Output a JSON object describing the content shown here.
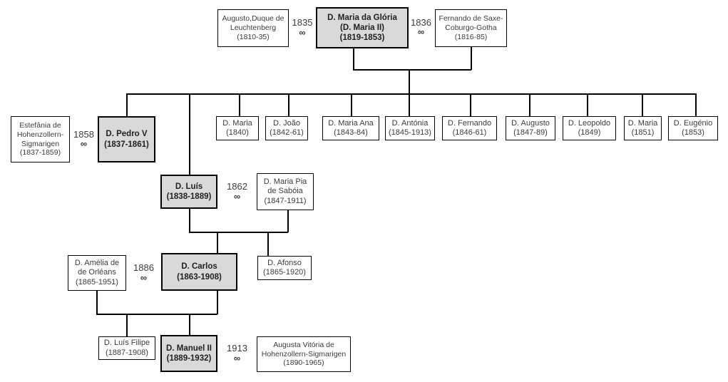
{
  "people": {
    "augusto_leuchtenberg": {
      "label": "Augusto,Duque de Leuchtenberg (1810-35)"
    },
    "maria_ii": {
      "name": "D. Maria da Glória",
      "alias": "(D. Maria II)",
      "dates": "(1819-1853)"
    },
    "fernando_saxe": {
      "label": "Fernando de Saxe-Coburgo-Gotha (1816-85)"
    },
    "estefania": {
      "label": "Estefânia de Hohenzollern-Sigmarigen (1837-1859)"
    },
    "pedro_v": {
      "name": "D. Pedro V",
      "dates": "(1837-1861)"
    },
    "maria_1840": {
      "name": "D. Maria",
      "dates": "(1840)"
    },
    "joao": {
      "name": "D. João",
      "dates": "(1842-61)"
    },
    "maria_ana": {
      "name": "D. Maria Ana",
      "dates": "(1843-84)"
    },
    "antonia": {
      "name": "D. Antónia",
      "dates": "(1845-1913)"
    },
    "fernando_1846": {
      "name": "D. Fernando",
      "dates": "(1846-61)"
    },
    "augusto_1847": {
      "name": "D. Augusto",
      "dates": "(1847-89)"
    },
    "leopoldo": {
      "name": "D. Leopoldo",
      "dates": "(1849)"
    },
    "maria_1851": {
      "name": "D. Maria",
      "dates": "(1851)"
    },
    "eugenio": {
      "name": "D. Eugénio",
      "dates": "(1853)"
    },
    "luis": {
      "name": "D. Luís",
      "dates": "(1838-1889)"
    },
    "maria_pia": {
      "name": "D. Maria Pia",
      "name2": "de Sabóia",
      "dates": "(1847-1911)"
    },
    "amelia": {
      "name": "D. Amélia de",
      "name2": "de Orléans",
      "dates": "(1865-1951)"
    },
    "carlos": {
      "name": "D. Carlos",
      "dates": "(1863-1908)"
    },
    "afonso": {
      "name": "D. Afonso",
      "dates": "(1865-1920)"
    },
    "luis_filipe": {
      "name": "D. Luís Filipe",
      "dates": "(1887-1908)"
    },
    "manuel_ii": {
      "name": "D. Manuel II",
      "dates": "(1889-1932)"
    },
    "augusta_vitoria": {
      "label": "Augusta Vitória de Hohenzollern-Sigmarigen (1890-1965)"
    }
  },
  "marriages": {
    "m1835": {
      "year": "1835",
      "symbol": "∞"
    },
    "m1836": {
      "year": "1836",
      "symbol": "∞"
    },
    "m1858": {
      "year": "1858",
      "symbol": "∞"
    },
    "m1862": {
      "year": "1862",
      "symbol": "∞"
    },
    "m1886": {
      "year": "1886",
      "symbol": "∞"
    },
    "m1913": {
      "year": "1913",
      "symbol": "∞"
    }
  },
  "colors": {
    "box_fill": "#ffffff",
    "highlight_fill": "#d9d9d9",
    "border": "#000000",
    "text": "#3b3b3b"
  }
}
